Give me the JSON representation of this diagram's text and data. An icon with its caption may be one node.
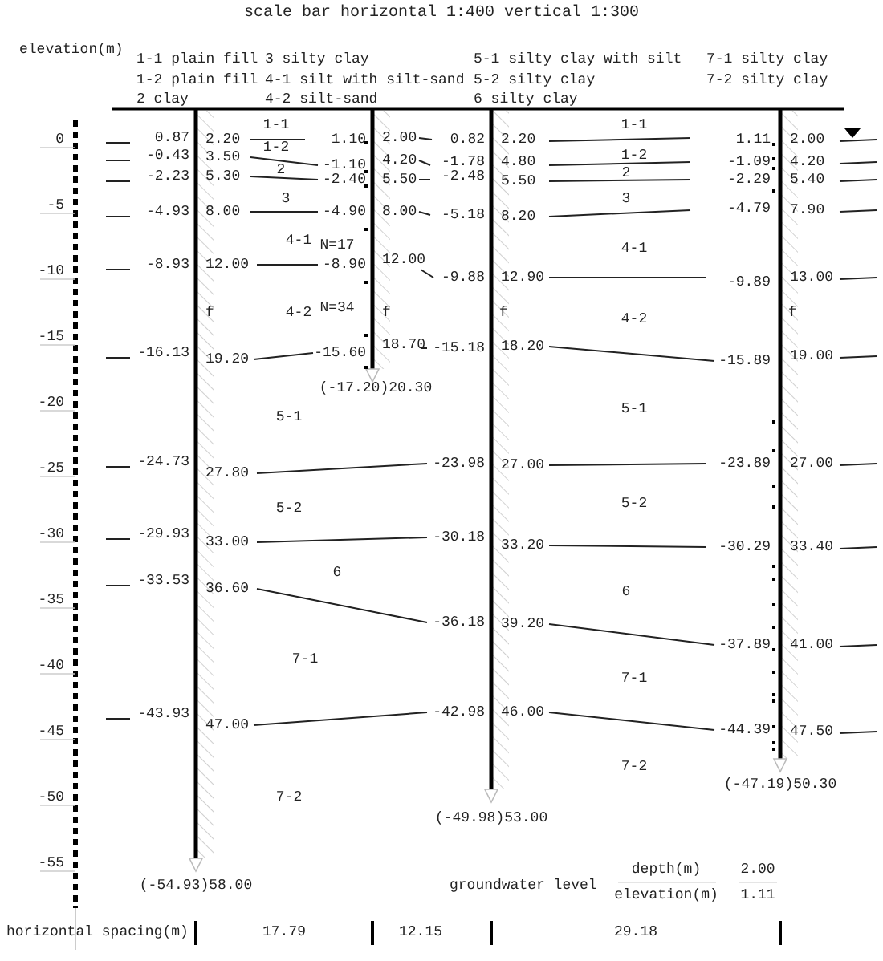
{
  "diagram": {
    "title": "scale bar horizontal 1:400 vertical 1:300",
    "labels": [
      "elevation(m)",
      "1-1 plain fill",
      "3 silty clay",
      "5-1 silty clay with silt",
      "7-1 silty clay",
      "1-2 plain fill",
      "4-1 silt with silt-sand",
      "5-2 silty clay",
      "7-2 silty clay",
      "2 clay",
      "4-2 silt-sand",
      "6 silty clay",
      "0",
      "-5",
      "-10",
      "-15",
      "-20",
      "-25",
      "-30",
      "-35",
      "-40",
      "-45",
      "-50",
      "-55",
      "0.87",
      "-0.43",
      "-2.23",
      "-4.93",
      "-8.93",
      "-16.13",
      "-24.73",
      "-29.93",
      "-33.53",
      "-43.93",
      "2.20",
      "3.50",
      "5.30",
      "8.00",
      "12.00",
      "19.20",
      "27.80",
      "33.00",
      "36.60",
      "47.00",
      "(-54.93)58.00",
      "1.10",
      "-1.10",
      "-2.40",
      "-4.90",
      "-8.90",
      "-15.60",
      "2.00",
      "4.20",
      "5.50",
      "8.00",
      "12.00",
      "18.70",
      "(-17.20)20.30",
      "0.82",
      "-1.78",
      "-2.48",
      "-5.18",
      "-9.88",
      "-15.18",
      "-23.98",
      "-30.18",
      "-36.18",
      "-42.98",
      "2.20",
      "4.80",
      "5.50",
      "8.20",
      "12.90",
      "18.20",
      "27.00",
      "33.20",
      "39.20",
      "46.00",
      "(-49.98)53.00",
      "1.11",
      "-1.09",
      "-2.29",
      "-4.79",
      "-9.89",
      "-15.89",
      "-23.89",
      "-30.29",
      "-37.89",
      "-44.39",
      "2.00",
      "4.20",
      "5.40",
      "7.90",
      "13.00",
      "19.00",
      "27.00",
      "33.40",
      "41.00",
      "47.50",
      "(-47.19)50.30",
      "1-1",
      "1-2",
      "2",
      "3",
      "4-1",
      "N=17",
      "4-2",
      "N=34",
      "5-1",
      "5-2",
      "6",
      "7-1",
      "7-2",
      "1-1",
      "1-2",
      "2",
      "3",
      "4-1",
      "4-2",
      "5-1",
      "5-2",
      "6",
      "7-1",
      "7-2",
      "f",
      "f",
      "f",
      "f",
      "groundwater level",
      "depth(m)",
      "2.00",
      "elevation(m)",
      "1.11",
      "horizontal spacing(m)",
      "17.79",
      "12.15",
      "29.18"
    ]
  }
}
